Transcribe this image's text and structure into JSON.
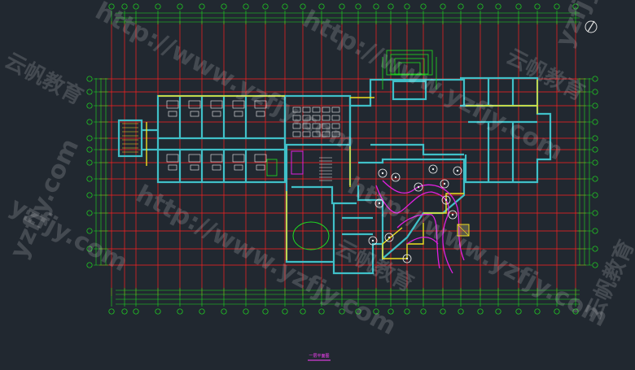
{
  "drawing": {
    "plan_title": "一层平面图",
    "north_symbol": "north-arrow-icon"
  },
  "watermarks": {
    "url": "http://www.yzfjy.com",
    "url_short": "yzfjy.com",
    "brand": "云帆教育"
  },
  "colors": {
    "background": "#212830",
    "axis_grid": "#ff2020",
    "dimension": "#20e020",
    "walls": "#40c0c8",
    "columns": "#f0e020",
    "landscape": "#e020e0",
    "furniture": "#f0f0f0"
  }
}
